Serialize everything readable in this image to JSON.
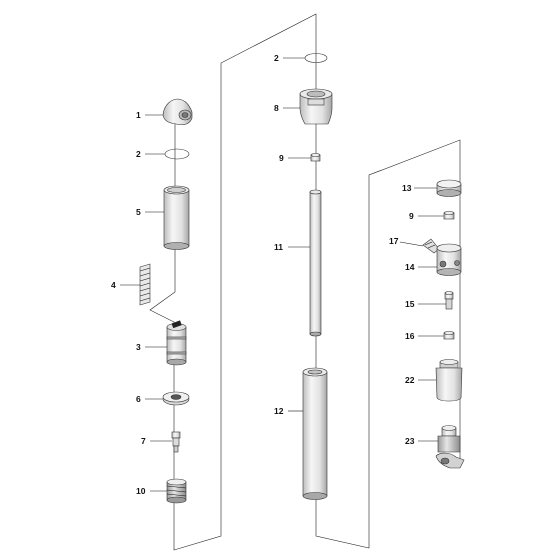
{
  "diagram": {
    "callouts": {
      "c1": "1",
      "c2a": "2",
      "c5": "5",
      "c4": "4",
      "c3": "3",
      "c6": "6",
      "c7": "7",
      "c10": "10",
      "c2b": "2",
      "c8": "8",
      "c9a": "9",
      "c11": "11",
      "c12": "12",
      "c13": "13",
      "c9b": "9",
      "c17": "17",
      "c14": "14",
      "c15": "15",
      "c16": "16",
      "c22": "22",
      "c23": "23"
    },
    "colors": {
      "line": "#222222",
      "part_light": "#f4f4f4",
      "part_mid": "#dcdcdc",
      "part_dark": "#a8a8a8"
    }
  }
}
